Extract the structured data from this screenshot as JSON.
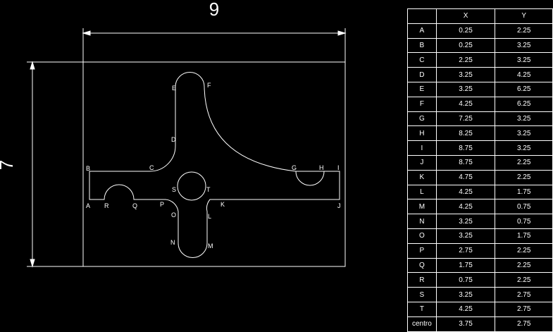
{
  "dimensions": {
    "width": "9",
    "height": "7"
  },
  "table": {
    "headers": [
      "",
      "X",
      "Y"
    ],
    "rows": [
      [
        "A",
        "0.25",
        "2.25"
      ],
      [
        "B",
        "0.25",
        "3.25"
      ],
      [
        "C",
        "2.25",
        "3.25"
      ],
      [
        "D",
        "3.25",
        "4.25"
      ],
      [
        "E",
        "3.25",
        "6.25"
      ],
      [
        "F",
        "4.25",
        "6.25"
      ],
      [
        "G",
        "7.25",
        "3.25"
      ],
      [
        "H",
        "8.25",
        "3.25"
      ],
      [
        "I",
        "8.75",
        "3.25"
      ],
      [
        "J",
        "8.75",
        "2.25"
      ],
      [
        "K",
        "4.75",
        "2.25"
      ],
      [
        "L",
        "4.25",
        "1.75"
      ],
      [
        "M",
        "4.25",
        "0.75"
      ],
      [
        "N",
        "3.25",
        "0.75"
      ],
      [
        "O",
        "3.25",
        "1.75"
      ],
      [
        "P",
        "2.75",
        "2.25"
      ],
      [
        "Q",
        "1.75",
        "2.25"
      ],
      [
        "R",
        "0.75",
        "2.25"
      ],
      [
        "S",
        "3.25",
        "2.75"
      ],
      [
        "T",
        "4.25",
        "2.75"
      ],
      [
        "centro",
        "3.75",
        "2.75"
      ]
    ]
  },
  "labels": {
    "A": "A",
    "B": "B",
    "C": "C",
    "D": "D",
    "E": "E",
    "F": "F",
    "G": "G",
    "H": "H",
    "I": "I",
    "J": "J",
    "K": "K",
    "L": "L",
    "M": "M",
    "N": "N",
    "O": "O",
    "P": "P",
    "Q": "Q",
    "R": "R",
    "S": "S",
    "T": "T"
  }
}
